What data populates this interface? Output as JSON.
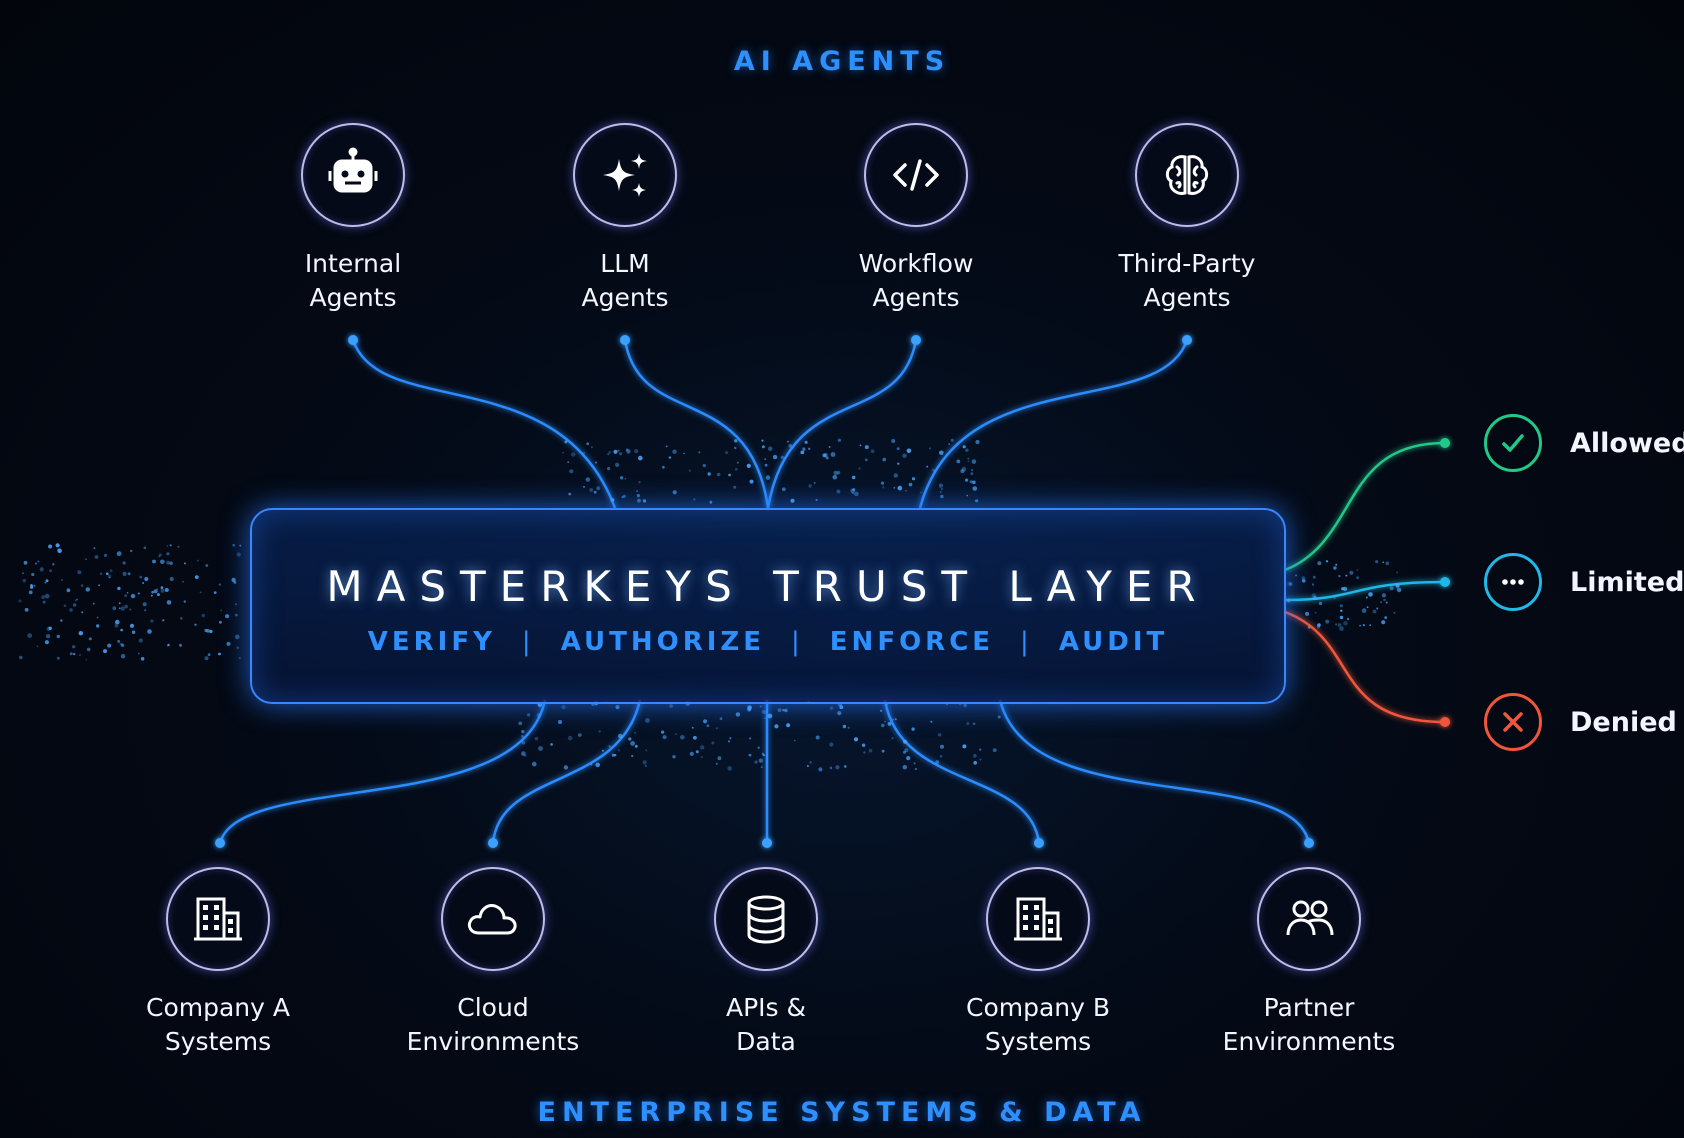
{
  "agents_title": "AI AGENTS",
  "systems_title": "ENTERPRISE SYSTEMS & DATA",
  "agents": [
    {
      "label": "Internal\nAgents",
      "icon": "robot-icon"
    },
    {
      "label": "LLM\nAgents",
      "icon": "sparkle-icon"
    },
    {
      "label": "Workflow\nAgents",
      "icon": "code-icon"
    },
    {
      "label": "Third-Party\nAgents",
      "icon": "brain-icon"
    }
  ],
  "trust_layer": {
    "title": "MASTERKEYS TRUST LAYER",
    "steps": [
      "VERIFY",
      "AUTHORIZE",
      "ENFORCE",
      "AUDIT"
    ],
    "separator": "|"
  },
  "outcomes": [
    {
      "label": "Allowed",
      "icon": "check-icon",
      "color": "#22c88a"
    },
    {
      "label": "Limited",
      "icon": "ellipsis-icon",
      "color": "#1fb8e8"
    },
    {
      "label": "Denied",
      "icon": "x-icon",
      "color": "#f0563a"
    }
  ],
  "systems": [
    {
      "label": "Company A\nSystems",
      "icon": "building-icon"
    },
    {
      "label": "Cloud\nEnvironments",
      "icon": "cloud-icon"
    },
    {
      "label": "APIs &\nData",
      "icon": "database-icon"
    },
    {
      "label": "Company B\nSystems",
      "icon": "building-icon"
    },
    {
      "label": "Partner\nEnvironments",
      "icon": "users-icon"
    }
  ],
  "colors": {
    "accent": "#2e8fff",
    "box_border": "#3a86ff",
    "wire": "#2a8cff"
  }
}
